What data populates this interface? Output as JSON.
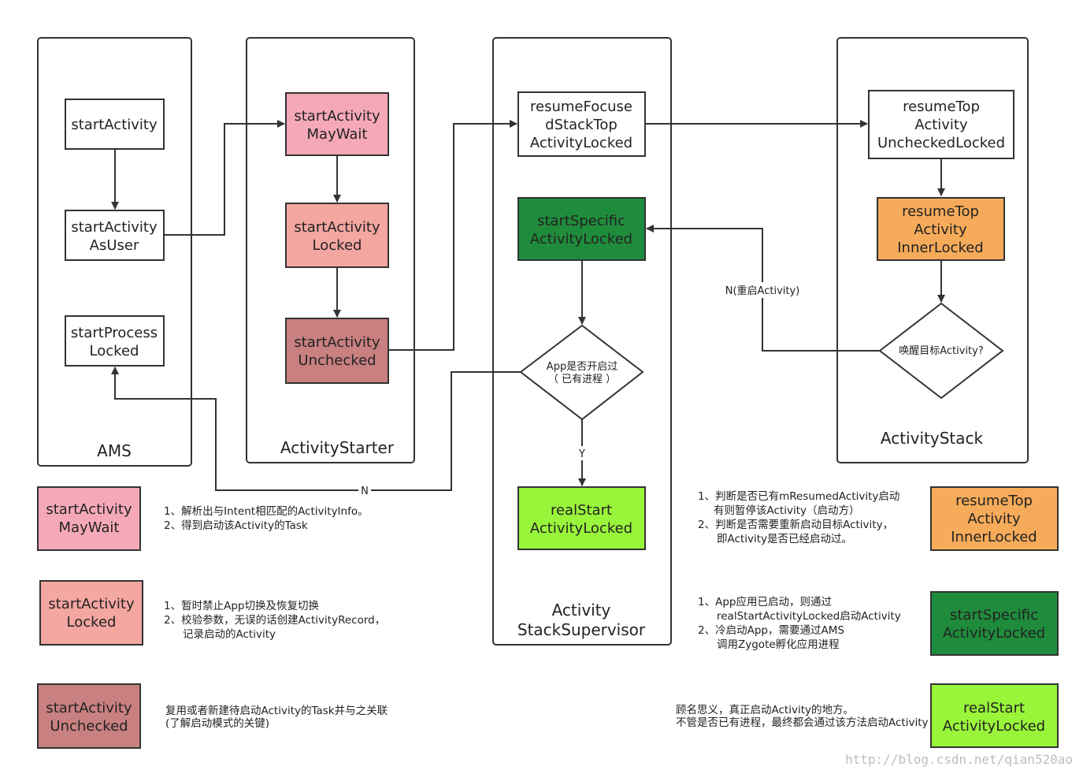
{
  "colors": {
    "pink": "#f5a9b8",
    "salmon": "#f4a6a0",
    "rose": "#c98080",
    "orange": "#f6ab5a",
    "dark_green": "#1f8c3c",
    "lime": "#99f53a",
    "white": "#ffffff",
    "stroke": "#333333"
  },
  "lanes": {
    "ams": "AMS",
    "starter": "ActivityStarter",
    "supervisor_1": "Activity",
    "supervisor_2": "StackSupervisor",
    "stack": "ActivityStack"
  },
  "nodes": {
    "ams_start": "startActivity",
    "ams_asuser_1": "startActivity",
    "ams_asuser_2": "AsUser",
    "ams_process_1": "startProcess",
    "ams_process_2": "Locked",
    "starter_maywait_1": "startActivity",
    "starter_maywait_2": "MayWait",
    "starter_locked_1": "startActivity",
    "starter_locked_2": "Locked",
    "starter_unchecked_1": "startActivity",
    "starter_unchecked_2": "Unchecked",
    "sup_resume_1": "resumeFocuse",
    "sup_resume_2": "dStackTop",
    "sup_resume_3": "ActivityLocked",
    "sup_specific_1": "startSpecific",
    "sup_specific_2": "ActivityLocked",
    "sup_decision_1": "App是否开启过",
    "sup_decision_2": "（ 已有进程 ）",
    "sup_real_1": "realStart",
    "sup_real_2": "ActivityLocked",
    "stack_unchecked_1": "resumeTop",
    "stack_unchecked_2": "Activity",
    "stack_unchecked_3": "UncheckedLocked",
    "stack_inner_1": "resumeTop",
    "stack_inner_2": "Activity",
    "stack_inner_3": "InnerLocked",
    "stack_decision": "唤醒目标Activity?"
  },
  "edge_labels": {
    "restart": "N(重启Activity)",
    "yes": "Y",
    "no": "N"
  },
  "legend": {
    "maywait": {
      "box": [
        "startActivity",
        "MayWait"
      ],
      "note": [
        "1、解析出与Intent相匹配的ActivityInfo。",
        "2、得到启动该Activity的Task"
      ]
    },
    "locked": {
      "box": [
        "startActivity",
        "Locked"
      ],
      "note": [
        "1、暂时禁止App切换及恢复切换",
        "2、校验参数，无误的话创建ActivityRecord，",
        "记录启动的Activity"
      ]
    },
    "unchecked": {
      "box": [
        "startActivity",
        "Unchecked"
      ],
      "note": [
        "复用或者新建待启动Activity的Task并与之关联",
        "(了解启动模式的关键)"
      ]
    },
    "inner": {
      "box": [
        "resumeTop",
        "Activity",
        "InnerLocked"
      ],
      "note": [
        "1、判断是否已有mResumedActivity启动",
        "有则暂停该Activity（启动方）",
        "2、判断是否需要重新启动目标Activity，",
        "即Activity是否已经启动过。"
      ]
    },
    "specific": {
      "box": [
        "startSpecific",
        "ActivityLocked"
      ],
      "note": [
        "1、App应用已启动，则通过",
        "realStartActivityLocked启动Activity",
        "2、冷启动App，需要通过AMS",
        "调用Zygote孵化应用进程"
      ]
    },
    "real": {
      "box": [
        "realStart",
        "ActivityLocked"
      ],
      "note": [
        "顾名思义，真正启动Activity的地方。",
        "不管是否已有进程，最终都会通过该方法启动Activity"
      ]
    }
  },
  "watermark": "http://blog.csdn.net/qian520ao"
}
